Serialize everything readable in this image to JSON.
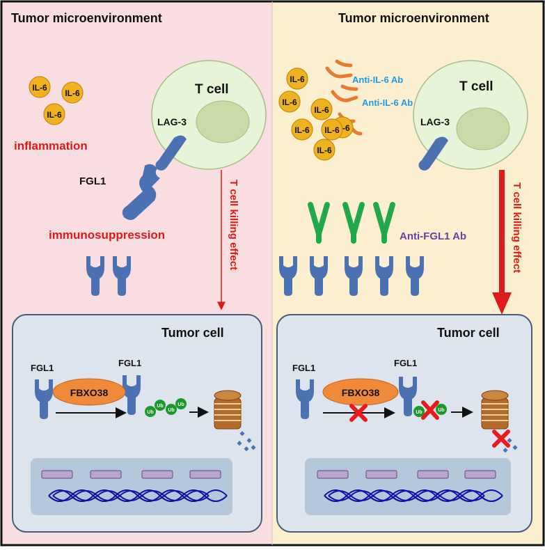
{
  "colors": {
    "left_bg": "#f9dde1",
    "right_bg": "#fbefd0",
    "border": "#111111",
    "tumor_box_fill": "#dde4ee",
    "tumor_box_stroke": "#4a5c78",
    "dna_band": "#b5c7db",
    "receptor_blue": "#4a72b3",
    "tcell_fill": "#e8f4d8",
    "tcell_stroke": "#a7bd88",
    "nucleus_fill": "#c9dca8",
    "il6": "#f0b21f",
    "antibody_orange": "#ea7a30",
    "antibody_green": "#20a84a",
    "ub_green": "#1a9a2a",
    "red_text": "#e01a1a",
    "cyan_text": "#1e9be0",
    "purple_text": "#6c3fa2",
    "fbxo_fill": "#f08a3a",
    "proteasome": "#b66a28",
    "dna_line": "#1010a8",
    "rect_purple": "#b9a6cf"
  },
  "icons": [
    "il6-cytokine-icon",
    "t-cell-icon",
    "lag3-receptor-icon",
    "fgl1-ligand-icon",
    "fgl1-receptor-icon",
    "antibody-icon",
    "fbxo38-icon",
    "ubiquitin-icon",
    "proteasome-icon",
    "dna-helix-icon",
    "block-x-icon"
  ],
  "left": {
    "title": "Tumor microenvironment",
    "il6_labels": [
      "IL-6",
      "IL-6",
      "IL-6"
    ],
    "inflammation": "inflammation",
    "tcell": "T cell",
    "lag3": "LAG-3",
    "fgl1": "FGL1",
    "immunosuppression": "immunosuppression",
    "killing": "T cell killing effect",
    "tumor_cell": "Tumor cell",
    "fgl1_a": "FGL1",
    "fgl1_b": "FGL1",
    "fbxo38": "FBXO38",
    "ub": [
      "Ub",
      "Ub",
      "Ub",
      "Ub"
    ]
  },
  "right": {
    "title": "Tumor microenvironment",
    "il6_labels": [
      "IL-6",
      "IL-6",
      "IL-6",
      "IL-6",
      "IL-6",
      "IL-6",
      "IL-6"
    ],
    "anti_il6": [
      "Anti-IL-6 Ab",
      "Anti-IL-6 Ab"
    ],
    "tcell": "T cell",
    "lag3": "LAG-3",
    "anti_fgl1": "Anti-FGL1 Ab",
    "killing": "T cell killing effect",
    "tumor_cell": "Tumor cell",
    "fgl1_a": "FGL1",
    "fgl1_b": "FGL1",
    "fbxo38": "FBXO38",
    "ub": [
      "Ub",
      "Ub"
    ]
  }
}
